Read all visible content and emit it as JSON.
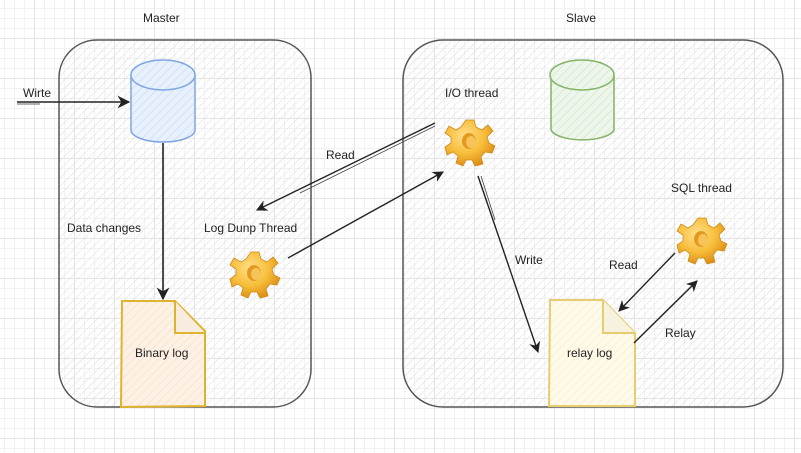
{
  "diagram": {
    "master": {
      "title": "Master",
      "database_icon": "database-cylinder-blue",
      "write_label": "Wirte",
      "data_changes_label": "Data changes",
      "log_dump_thread_label": "Log Dunp Thread",
      "log_dump_thread_icon": "gear-icon",
      "binary_log_label": "Binary log"
    },
    "slave": {
      "title": "Slave",
      "database_icon": "database-cylinder-green",
      "io_thread_label": "I/O thread",
      "io_thread_icon": "gear-icon",
      "sql_thread_label": "SQL thread",
      "sql_thread_icon": "gear-icon",
      "relay_log_label": "relay log",
      "write_label": "Write",
      "read_label": "Read",
      "relay_label": "Relay"
    },
    "cross": {
      "read_label": "Read"
    },
    "colors": {
      "master_db_stroke": "#7ea6e0",
      "master_db_fill": "#dae8fc",
      "slave_db_stroke": "#82b366",
      "slave_db_fill": "#d5e8d4",
      "binary_log_stroke": "#d6b656",
      "binary_log_fill": "#fce8d4",
      "relay_log_stroke": "#e3c86a",
      "relay_log_fill": "#fff2cc",
      "gear": "#f5b731"
    }
  }
}
